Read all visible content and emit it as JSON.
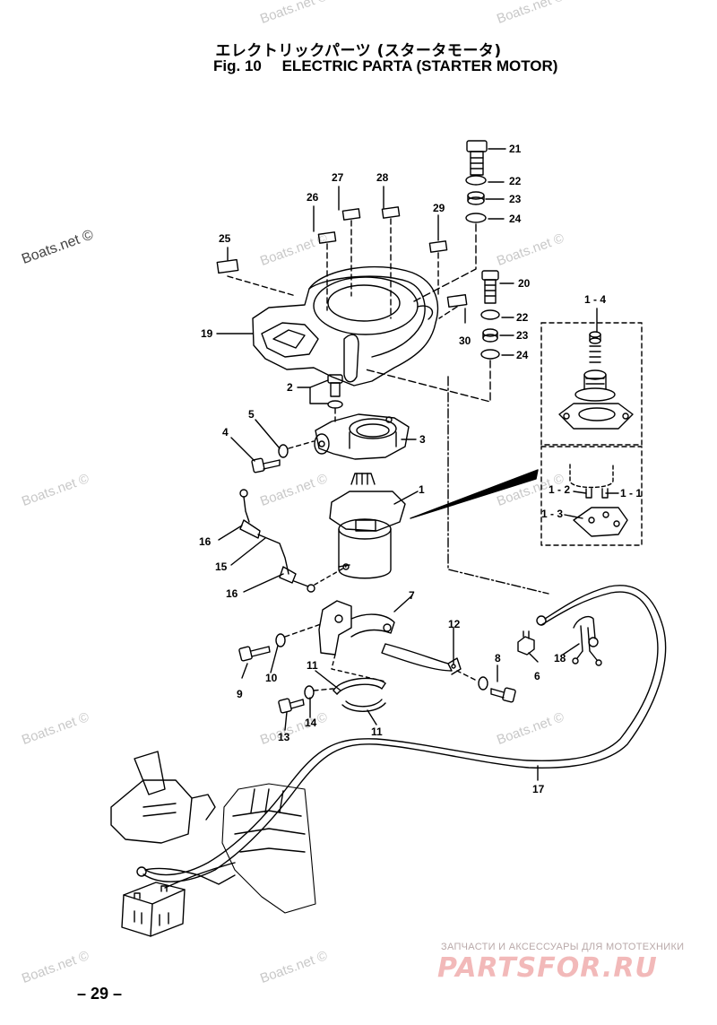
{
  "title_jp": "エレクトリックパーツ (スタータモータ)",
  "title_fig": "Fig. 10",
  "title_en": "ELECTRIC PARTA (STARTER MOTOR)",
  "page_number": "– 29 –",
  "watermark": "Boats.net ©",
  "shop_caption": "ЗАПЧАСТИ И АКСЕССУАРЫ ДЛЯ МОТОТЕХНИКИ",
  "shop_logo": "PARTSFOR.RU",
  "callouts": {
    "c21": "21",
    "c22a": "22",
    "c23a": "23",
    "c24a": "24",
    "c20": "20",
    "c22b": "22",
    "c23b": "23",
    "c24b": "24",
    "c25": "25",
    "c26": "26",
    "c27": "27",
    "c28": "28",
    "c29": "29",
    "c30": "30",
    "c19": "19",
    "c2": "2",
    "c3": "3",
    "c4": "4",
    "c5": "5",
    "c1": "1",
    "c16a": "16",
    "c15": "15",
    "c16b": "16",
    "c1_4": "1 - 4",
    "c1_2": "1 - 2",
    "c1_1": "1 - 1",
    "c1_3": "1 - 3",
    "c7": "7",
    "c12": "12",
    "c8": "8",
    "c6": "6",
    "c18": "18",
    "c9": "9",
    "c10": "10",
    "c11a": "11",
    "c11b": "11",
    "c13": "13",
    "c14": "14",
    "c17": "17"
  }
}
